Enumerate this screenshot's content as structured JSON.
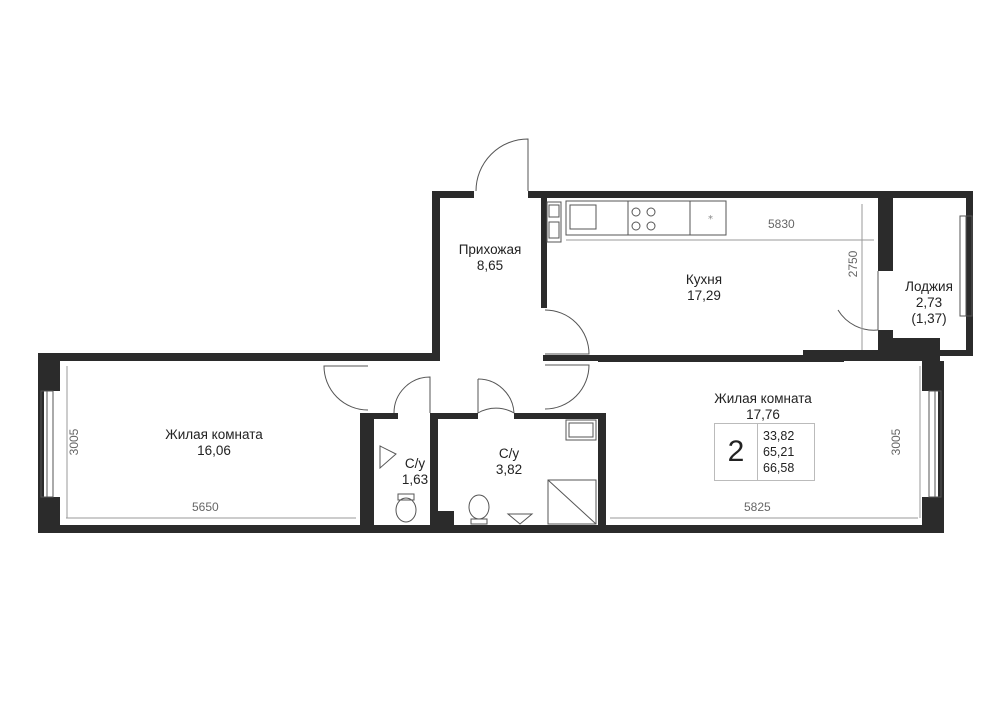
{
  "rooms": [
    {
      "name": "Прихожая",
      "area": "8,65"
    },
    {
      "name": "Кухня",
      "area": "17,29"
    },
    {
      "name": "Лоджия",
      "area": "2,73",
      "extra": "(1,37)"
    },
    {
      "name": "Жилая комната",
      "area": "16,06"
    },
    {
      "name": "Жилая комната",
      "area": "17,76"
    },
    {
      "name": "С/у",
      "area": "1,63"
    },
    {
      "name": "С/у",
      "area": "3,82"
    }
  ],
  "dimensions": {
    "kitchen_width": "5830",
    "kitchen_depth": "2750",
    "room_left_width": "5650",
    "room_left_depth": "3005",
    "room_right_width": "5825",
    "room_right_depth": "3005"
  },
  "summary": {
    "rooms_count": "2",
    "living_area": "33,82",
    "total_area": "65,21",
    "total_with_loggia": "66,58"
  },
  "colors": {
    "wall": "#2b2b2b",
    "thin_line": "#555555",
    "dim_line": "#9a9a9a"
  }
}
